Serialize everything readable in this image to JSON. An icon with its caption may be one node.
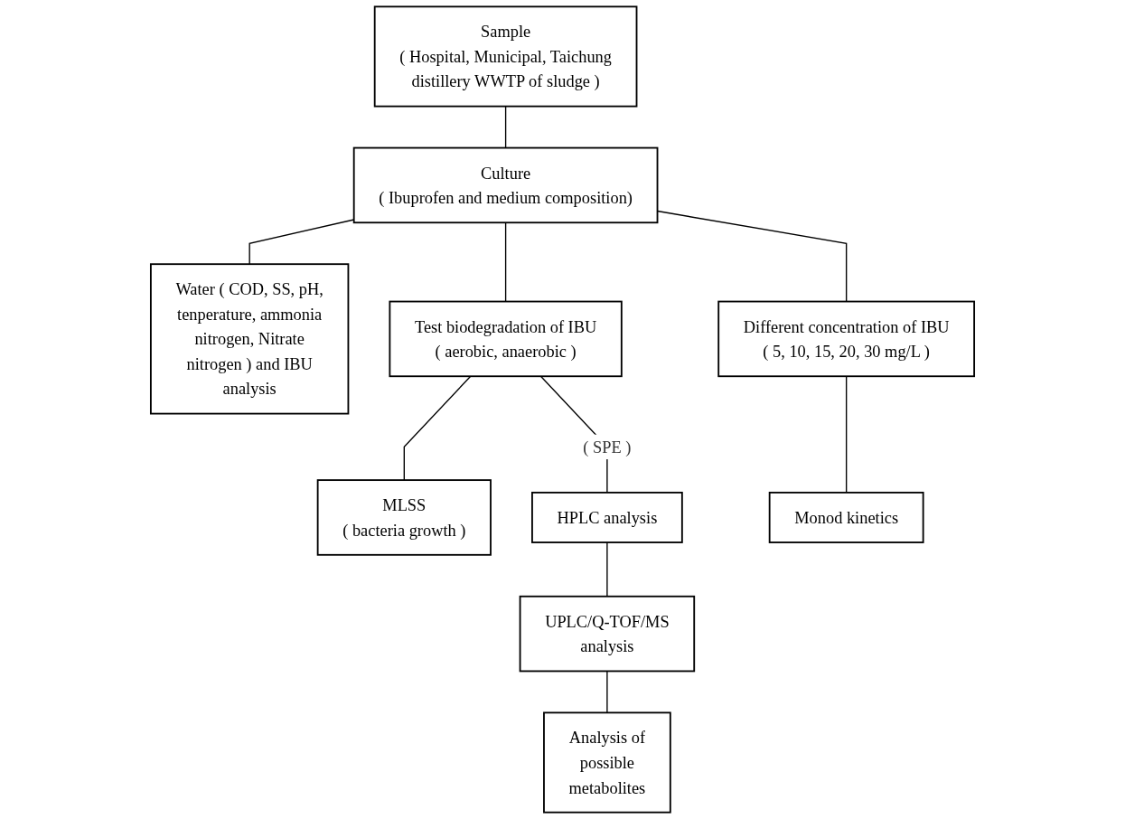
{
  "diagram": {
    "nodes": [
      {
        "text": [
          "Sample",
          "( Hospital, Municipal, Taichung distillery WWTP of sludge )"
        ]
      },
      {
        "text": [
          "Culture",
          "( Ibuprofen and medium composition)"
        ]
      },
      {
        "text": [
          "Water ( COD, SS, pH, tenperature, ammonia nitrogen, Nitrate nitrogen ) and IBU analysis"
        ]
      },
      {
        "text": [
          "Test biodegradation of IBU",
          "( aerobic, anaerobic )"
        ]
      },
      {
        "text": [
          "Different concentration of IBU",
          "( 5, 10, 15, 20, 30 mg/L )"
        ]
      },
      {
        "text": [
          "MLSS",
          "( bacteria growth )"
        ]
      },
      {
        "text": [
          "HPLC analysis"
        ]
      },
      {
        "text": [
          "UPLC/Q-TOF/MS analysis"
        ]
      },
      {
        "text": [
          "Monod kinetics"
        ]
      },
      {
        "text": [
          "Analysis of possible metabolites"
        ]
      }
    ],
    "edges": [
      {
        "from": 0,
        "to": 1,
        "arrow": "none"
      },
      {
        "from": 1,
        "to": 2,
        "arrow": "none"
      },
      {
        "from": 1,
        "to": 3,
        "arrow": "none"
      },
      {
        "from": 1,
        "to": 4,
        "arrow": "none"
      },
      {
        "from": 3,
        "to": 5,
        "arrow": "none"
      },
      {
        "from": 3,
        "to": 6,
        "label": "( SPE )",
        "arrow": "none"
      },
      {
        "from": 6,
        "to": 7,
        "arrow": "none"
      },
      {
        "from": 7,
        "to": 9,
        "arrow": "none"
      },
      {
        "from": 4,
        "to": 8,
        "arrow": "none"
      }
    ]
  }
}
